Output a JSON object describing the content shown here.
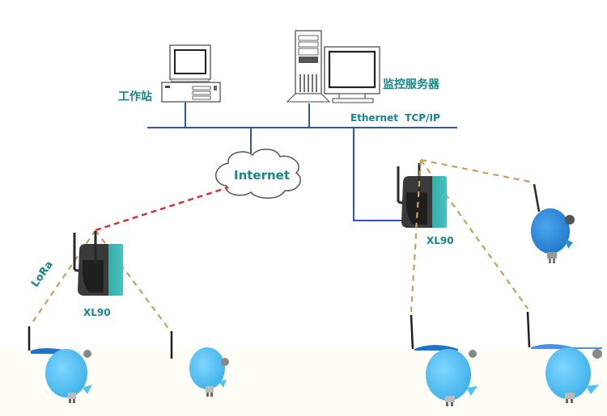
{
  "labels": {
    "workstation": "工作站",
    "monitor_server": "监控服务器",
    "ethernet": "Ethernet  TCP/IP",
    "internet": "Internet",
    "lora": "LoRa",
    "gateway_left": "XL90",
    "gateway_right": "XL90"
  },
  "colors": {
    "label_teal": "#17868b",
    "ethernet_line": "#2a56b8",
    "internet_link": "#d9303a",
    "lora_link": "#c9a05a",
    "sensor_blue": "#4fc3f2",
    "sensor_blue_dark": "#2f8fd6",
    "gateway_body": "#3a3a3a",
    "gateway_side": "#3bb4b0",
    "bottom_band": "#fffdf5"
  },
  "nodes": [
    {
      "id": "workstation",
      "type": "pc"
    },
    {
      "id": "monitor-server",
      "type": "server"
    },
    {
      "id": "internet-cloud",
      "type": "cloud"
    },
    {
      "id": "gateway-left",
      "type": "gateway"
    },
    {
      "id": "gateway-right",
      "type": "gateway"
    },
    {
      "id": "sensor-1",
      "type": "sensor"
    },
    {
      "id": "sensor-2",
      "type": "sensor"
    },
    {
      "id": "sensor-3",
      "type": "sensor"
    },
    {
      "id": "sensor-4",
      "type": "sensor"
    },
    {
      "id": "sensor-5",
      "type": "sensor"
    }
  ]
}
